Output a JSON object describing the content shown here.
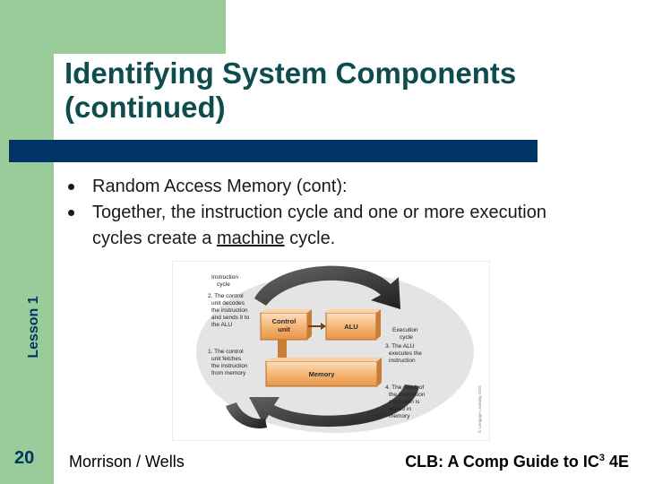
{
  "slide": {
    "title_line1": "Identifying System Components",
    "title_line2": "(continued)",
    "side_label": "Lesson 1",
    "page_number": "20",
    "bullets": [
      {
        "text": "Random Access Memory (cont):"
      },
      {
        "before": "Together, the instruction cycle and one or more execution cycles create a ",
        "emph": "machine",
        "after": " cycle."
      }
    ],
    "footer_left": "Morrison / Wells",
    "footer_right_prefix": "CLB: A Comp Guide to IC",
    "footer_right_sup": "3",
    "footer_right_suffix": " 4E"
  },
  "figure": {
    "instruction_cycle": [
      "Instruction",
      "cycle"
    ],
    "step2": [
      "2. The control",
      "unit decodes",
      "the instruction",
      "and sends it to",
      "the ALU"
    ],
    "step1": [
      "1. The control",
      "unit fetches",
      "the instruction",
      "from memory"
    ],
    "control_unit": [
      "Control",
      "unit"
    ],
    "alu": "ALU",
    "memory": "Memory",
    "execution_cycle": [
      "Execution",
      "cycle"
    ],
    "step3": [
      "3. The ALU",
      "executes the",
      "instruction"
    ],
    "step4": [
      "4. The result of",
      "the instruction",
      "execution is",
      "stored in",
      "memory"
    ],
    "credit": "© Cengage Learning 2015",
    "colors": {
      "box": "#f4b678",
      "arrow": "#3a3a3a",
      "halo": "#cfcfcf"
    }
  }
}
